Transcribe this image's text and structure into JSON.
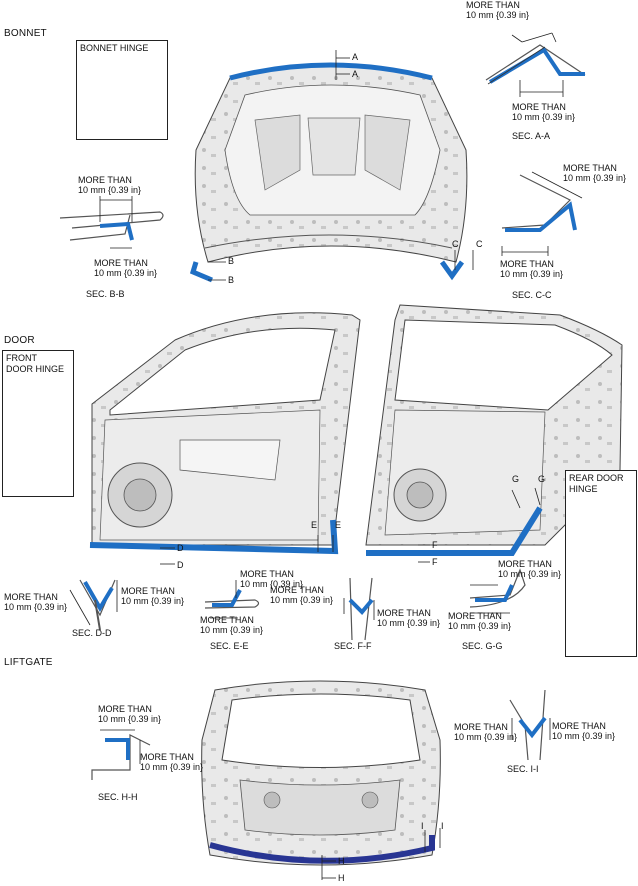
{
  "headings": {
    "bonnet": "BONNET",
    "door": "DOOR",
    "liftgate": "LIFTGATE"
  },
  "hinges": {
    "bonnet": "BONNET HINGE",
    "front_door": "FRONT\nDOOR HINGE",
    "rear_door": "REAR DOOR\nHINGE"
  },
  "dimension": {
    "line1": "MORE THAN",
    "line2": "10 mm {0.39 in}"
  },
  "sections": {
    "aa": "SEC. A-A",
    "bb": "SEC. B-B",
    "cc": "SEC. C-C",
    "dd": "SEC. D-D",
    "ee": "SEC. E-E",
    "ff": "SEC. F-F",
    "gg": "SEC. G-G",
    "hh": "SEC. H-H",
    "ii": "SEC. I-I"
  },
  "markers": {
    "a": "A",
    "b": "B",
    "c": "C",
    "d": "D",
    "e": "E",
    "f": "F",
    "g": "G",
    "h": "H",
    "i": "I"
  },
  "colors": {
    "sealer": "#1f6fc4",
    "sealer_dark": "#283593",
    "panel": "#e6e6e6",
    "line": "#333333"
  }
}
